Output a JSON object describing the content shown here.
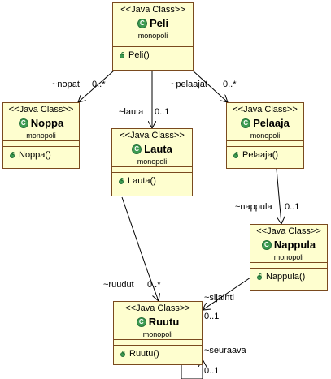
{
  "stereotype": "<<Java Class>>",
  "classes": {
    "peli": {
      "name": "Peli",
      "package": "monopoli",
      "operation": "Peli()"
    },
    "noppa": {
      "name": "Noppa",
      "package": "monopoli",
      "operation": "Noppa()"
    },
    "lauta": {
      "name": "Lauta",
      "package": "monopoli",
      "operation": "Lauta()"
    },
    "pelaaja": {
      "name": "Pelaaja",
      "package": "monopoli",
      "operation": "Pelaaja()"
    },
    "nappula": {
      "name": "Nappula",
      "package": "monopoli",
      "operation": "Nappula()"
    },
    "ruutu": {
      "name": "Ruutu",
      "package": "monopoli",
      "operation": "Ruutu()"
    }
  },
  "associations": {
    "nopat": {
      "role": "~nopat",
      "multiplicity": "0..*"
    },
    "lauta": {
      "role": "~lauta",
      "multiplicity": "0..1"
    },
    "pelaajat": {
      "role": "~pelaajat",
      "multiplicity": "0..*"
    },
    "nappula": {
      "role": "~nappula",
      "multiplicity": "0..1"
    },
    "ruudut": {
      "role": "~ruudut",
      "multiplicity": "0..*"
    },
    "sijainti": {
      "role": "~sijainti",
      "multiplicity": "0..1"
    },
    "seuraava": {
      "role": "~seuraava",
      "multiplicity": "0..1"
    }
  },
  "icons": {
    "class": "class-c-icon",
    "constructor": "constructor-icon"
  },
  "colors": {
    "box_fill": "#fefecf",
    "box_border": "#7a4a1e",
    "class_icon": "#3d9b51"
  }
}
